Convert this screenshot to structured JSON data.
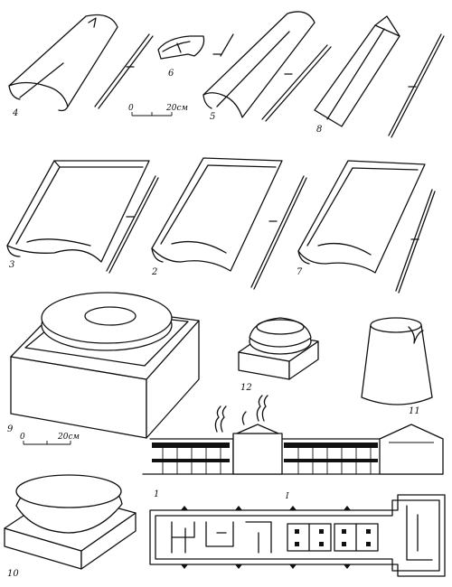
{
  "figure_labels": {
    "f1": "1",
    "f2": "2",
    "f3": "3",
    "f4": "4",
    "f5": "5",
    "f6": "6",
    "f7": "7",
    "f8": "8",
    "f9": "9",
    "f10": "10",
    "f11": "11",
    "f12": "12"
  },
  "scales": {
    "top": {
      "zero": "0",
      "value": "20см"
    },
    "bottom": {
      "zero": "0",
      "value": "20см"
    }
  },
  "section_mark": "I"
}
